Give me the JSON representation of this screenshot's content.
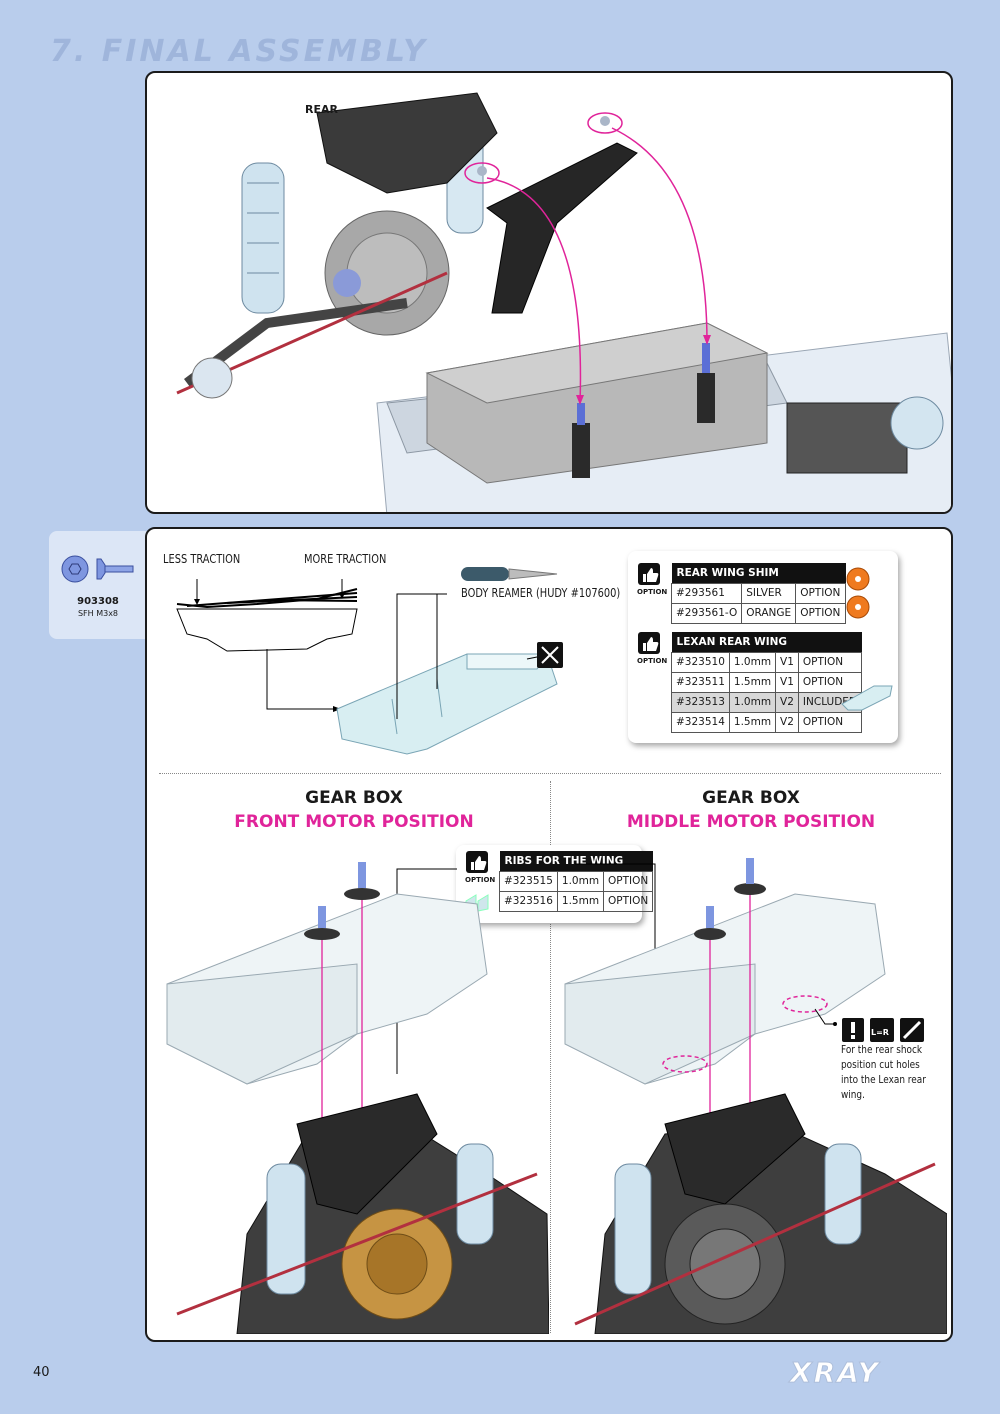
{
  "section_title": "7. FINAL ASSEMBLY",
  "top_panel": {
    "rear_label": "REAR"
  },
  "part": {
    "code": "903308",
    "desc": "SFH M3x8"
  },
  "traction": {
    "less": "LESS TRACTION",
    "more": "MORE TRACTION"
  },
  "reamer_label": "BODY REAMER (HUDY #107600)",
  "option_label": "OPTION",
  "rear_wing_shim": {
    "title": "REAR WING SHIM",
    "rows": [
      [
        "#293561",
        "SILVER",
        "OPTION"
      ],
      [
        "#293561-O",
        "ORANGE",
        "OPTION"
      ]
    ]
  },
  "lexan_rear_wing": {
    "title": "LEXAN REAR WING",
    "rows": [
      [
        "#323510",
        "1.0mm",
        "V1",
        "OPTION"
      ],
      [
        "#323511",
        "1.5mm",
        "V1",
        "OPTION"
      ],
      [
        "#323513",
        "1.0mm",
        "V2",
        "INCLUDED"
      ],
      [
        "#323514",
        "1.5mm",
        "V2",
        "OPTION"
      ]
    ]
  },
  "ribs_for_wing": {
    "title": "RIBS FOR THE WING",
    "rows": [
      [
        "#323515",
        "1.0mm",
        "OPTION"
      ],
      [
        "#323516",
        "1.5mm",
        "OPTION"
      ]
    ]
  },
  "gear_box_left": {
    "title": "GEAR BOX",
    "subtitle": "FRONT MOTOR POSITION"
  },
  "gear_box_right": {
    "title": "GEAR BOX",
    "subtitle": "MIDDLE MOTOR POSITION"
  },
  "note": {
    "text": "For the rear shock position cut holes into the Lexan rear wing.",
    "lr_icon": "L=R"
  },
  "page_number": "40",
  "brand": "XRAY",
  "colors": {
    "background": "#b9cdec",
    "accent_magenta": "#e0249a",
    "panel_border": "#1b1b1b"
  }
}
